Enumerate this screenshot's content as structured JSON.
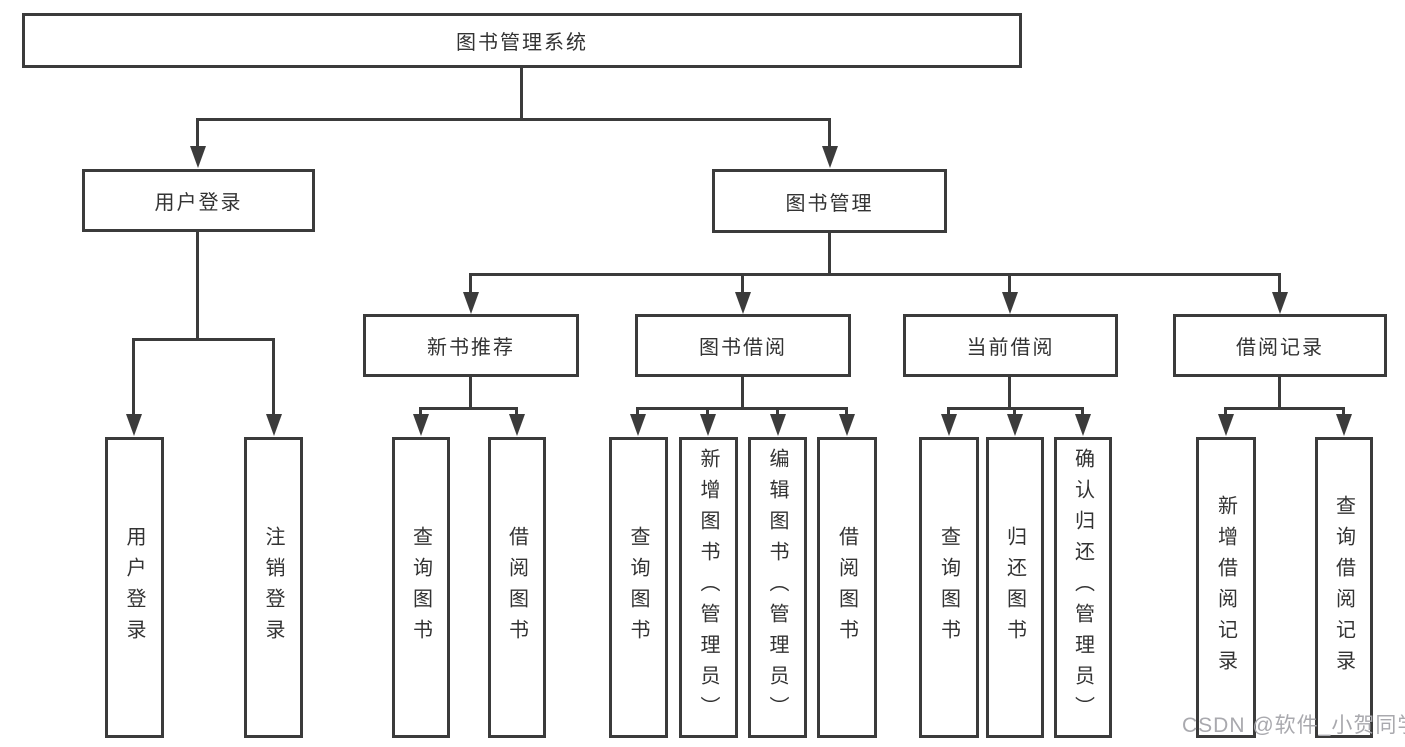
{
  "diagram_type": "hierarchy-tree",
  "tree": {
    "label": "图书管理系统",
    "children": [
      {
        "label": "用户登录",
        "children": [
          {
            "label": "用户登录"
          },
          {
            "label": "注销登录"
          }
        ]
      },
      {
        "label": "图书管理",
        "children": [
          {
            "label": "新书推荐",
            "children": [
              {
                "label": "查询图书"
              },
              {
                "label": "借阅图书"
              }
            ]
          },
          {
            "label": "图书借阅",
            "children": [
              {
                "label": "查询图书"
              },
              {
                "label": "新增图书（管理员）"
              },
              {
                "label": "编辑图书（管理员）"
              },
              {
                "label": "借阅图书"
              }
            ]
          },
          {
            "label": "当前借阅",
            "children": [
              {
                "label": "查询图书"
              },
              {
                "label": "归还图书"
              },
              {
                "label": "确认归还（管理员）"
              }
            ]
          },
          {
            "label": "借阅记录",
            "children": [
              {
                "label": "新增借阅记录"
              },
              {
                "label": "查询借阅记录"
              }
            ]
          }
        ]
      }
    ]
  },
  "watermark": "CSDN @软件_小贺同学",
  "colors": {
    "line": "#3b3b3b",
    "text": "#333333",
    "watermark": "#a9a9ae",
    "background": "#ffffff"
  }
}
